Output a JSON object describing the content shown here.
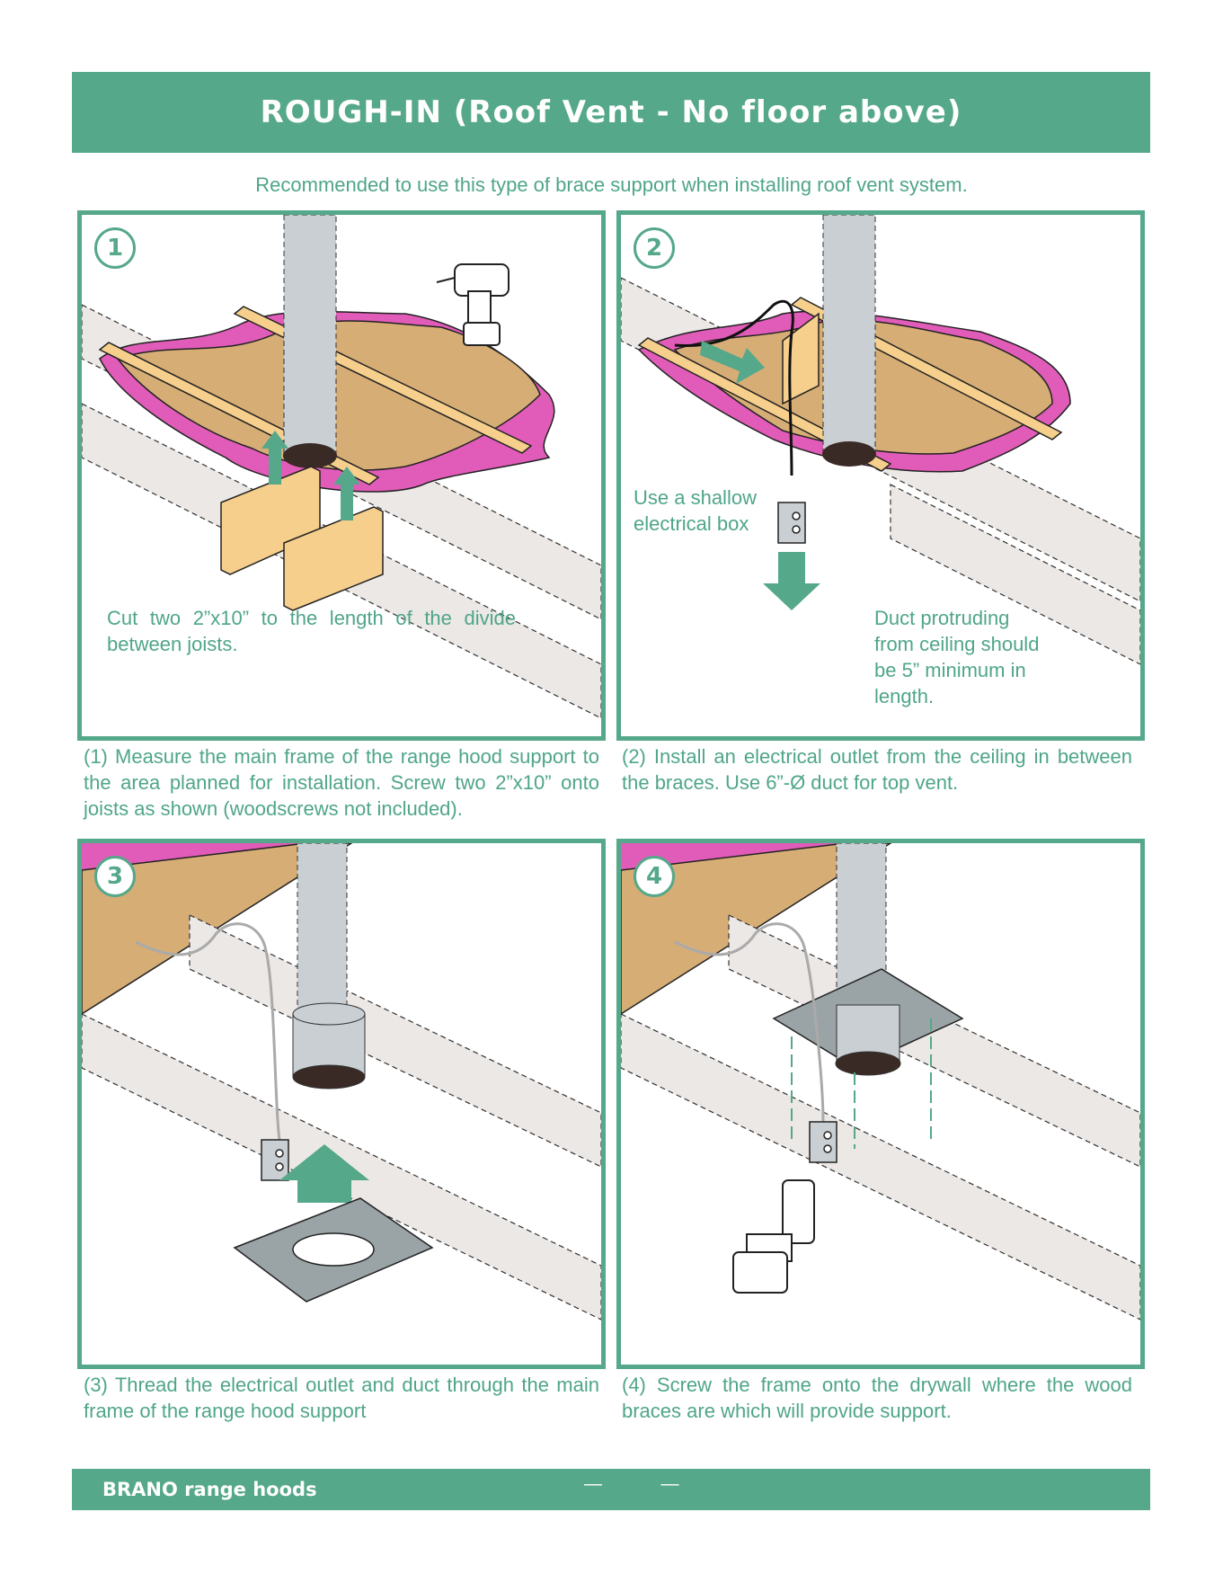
{
  "header": {
    "title": "ROUGH-IN (Roof Vent - No floor above)"
  },
  "subtitle": "Recommended to use this type of brace support when installing roof vent system.",
  "panels": [
    {
      "number": "1",
      "notes": [
        "Cut two 2”x10” to the length of the divide between joists."
      ]
    },
    {
      "number": "2",
      "notes": [
        "Use a shallow electrical box",
        "Duct protruding from ceiling should be 5” minimum in length."
      ]
    },
    {
      "number": "3",
      "notes": []
    },
    {
      "number": "4",
      "notes": []
    }
  ],
  "captions": [
    "(1) Measure the main frame of the range hood support to the area planned for installation.  Screw two 2”x10” onto joists as shown (woodscrews not included).",
    "(2) Install an electrical outlet from the ceiling in between the braces.  Use 6”-Ø duct for top vent.",
    "(3) Thread the electrical outlet and duct through the main frame of the range hood support",
    "(4) Screw the frame onto the drywall where the wood braces are which will provide support."
  ],
  "footer": {
    "brand": "BRANO range hoods",
    "dashes": "— —"
  },
  "colors": {
    "accent": "#55a889",
    "wood": "#d7ad76",
    "board": "#f6cf8c",
    "insulation": "#e05cb8",
    "duct": "#c9cfd2",
    "frame": "#9aa3a6"
  }
}
